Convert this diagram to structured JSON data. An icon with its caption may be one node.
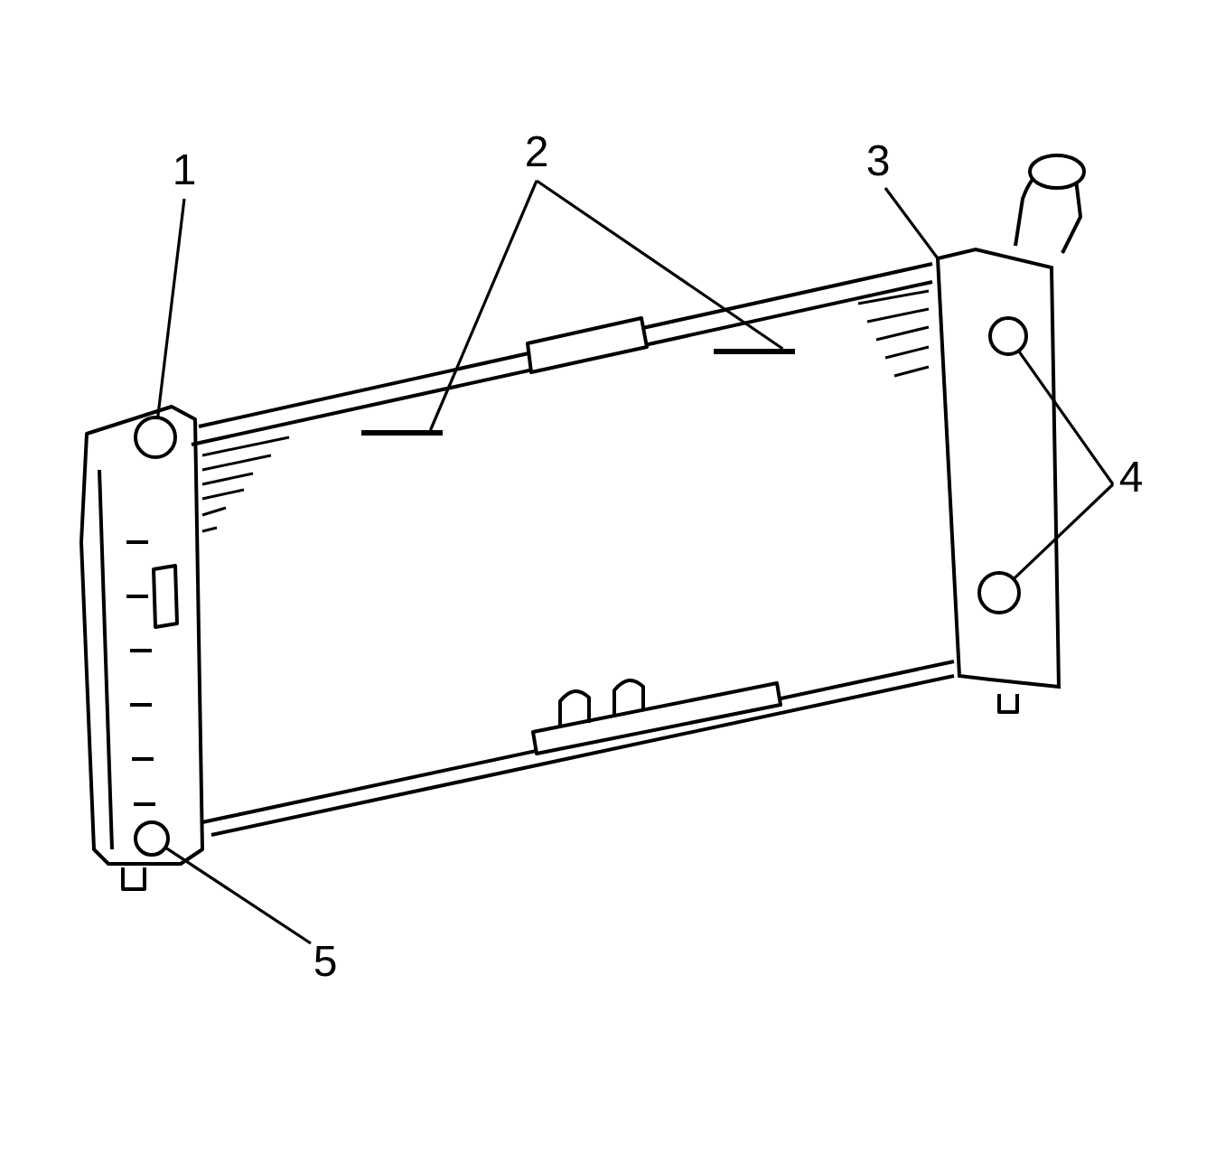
{
  "diagram": {
    "nodes": [
      {
        "text": [
          "1"
        ]
      },
      {
        "text": [
          "2"
        ]
      },
      {
        "text": [
          "3"
        ]
      },
      {
        "text": [
          "4"
        ]
      },
      {
        "text": [
          "5"
        ]
      },
      {
        "text": [],
        "shape": "circle"
      },
      {
        "text": [],
        "shape": "bar"
      },
      {
        "text": [],
        "shape": "bar"
      },
      {
        "text": [],
        "shape": "box"
      },
      {
        "text": [],
        "shape": "circle",
        "in": 8
      },
      {
        "text": [],
        "shape": "circle",
        "in": 8
      },
      {
        "text": [],
        "shape": "circle"
      }
    ],
    "edges": [
      {
        "from": 0,
        "to": 5,
        "arrow": "none"
      },
      {
        "from": 1,
        "to": 6,
        "arrow": "none"
      },
      {
        "from": 1,
        "to": 7,
        "arrow": "none"
      },
      {
        "from": 2,
        "to": 8,
        "arrow": "none"
      },
      {
        "from": 3,
        "to": 9,
        "arrow": "none"
      },
      {
        "from": 3,
        "to": 10,
        "arrow": "none"
      },
      {
        "from": 4,
        "to": 11,
        "arrow": "none"
      }
    ]
  }
}
